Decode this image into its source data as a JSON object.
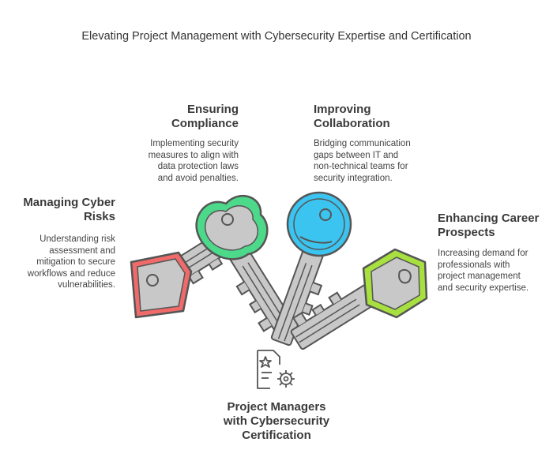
{
  "title": "Elevating Project Management with Cybersecurity Expertise and Certification",
  "sections": {
    "managing": {
      "heading_lines": [
        "Managing Cyber",
        "Risks"
      ],
      "desc_lines": [
        "Understanding risk",
        "assessment and",
        "mitigation to secure",
        "workflows and reduce",
        "vulnerabilities."
      ],
      "color": "#f06a6a"
    },
    "compliance": {
      "heading_lines": [
        "Ensuring",
        "Compliance"
      ],
      "desc_lines": [
        "Implementing security",
        "measures to align with",
        "data protection laws",
        "and avoid penalties."
      ],
      "color": "#4cd98a"
    },
    "collaboration": {
      "heading_lines": [
        "Improving",
        "Collaboration"
      ],
      "desc_lines": [
        "Bridging communication",
        "gaps between IT and",
        "non-technical teams for",
        "security integration."
      ],
      "color": "#3cc4f0"
    },
    "career": {
      "heading_lines": [
        "Enhancing Career",
        "Prospects"
      ],
      "desc_lines": [
        "Increasing demand for",
        "professionals with",
        "project management",
        "and security expertise."
      ],
      "color": "#a8e040"
    }
  },
  "center": {
    "icon": "certificate-gear-icon",
    "label_lines": [
      "Project Managers",
      "with Cybersecurity",
      "Certification"
    ]
  }
}
